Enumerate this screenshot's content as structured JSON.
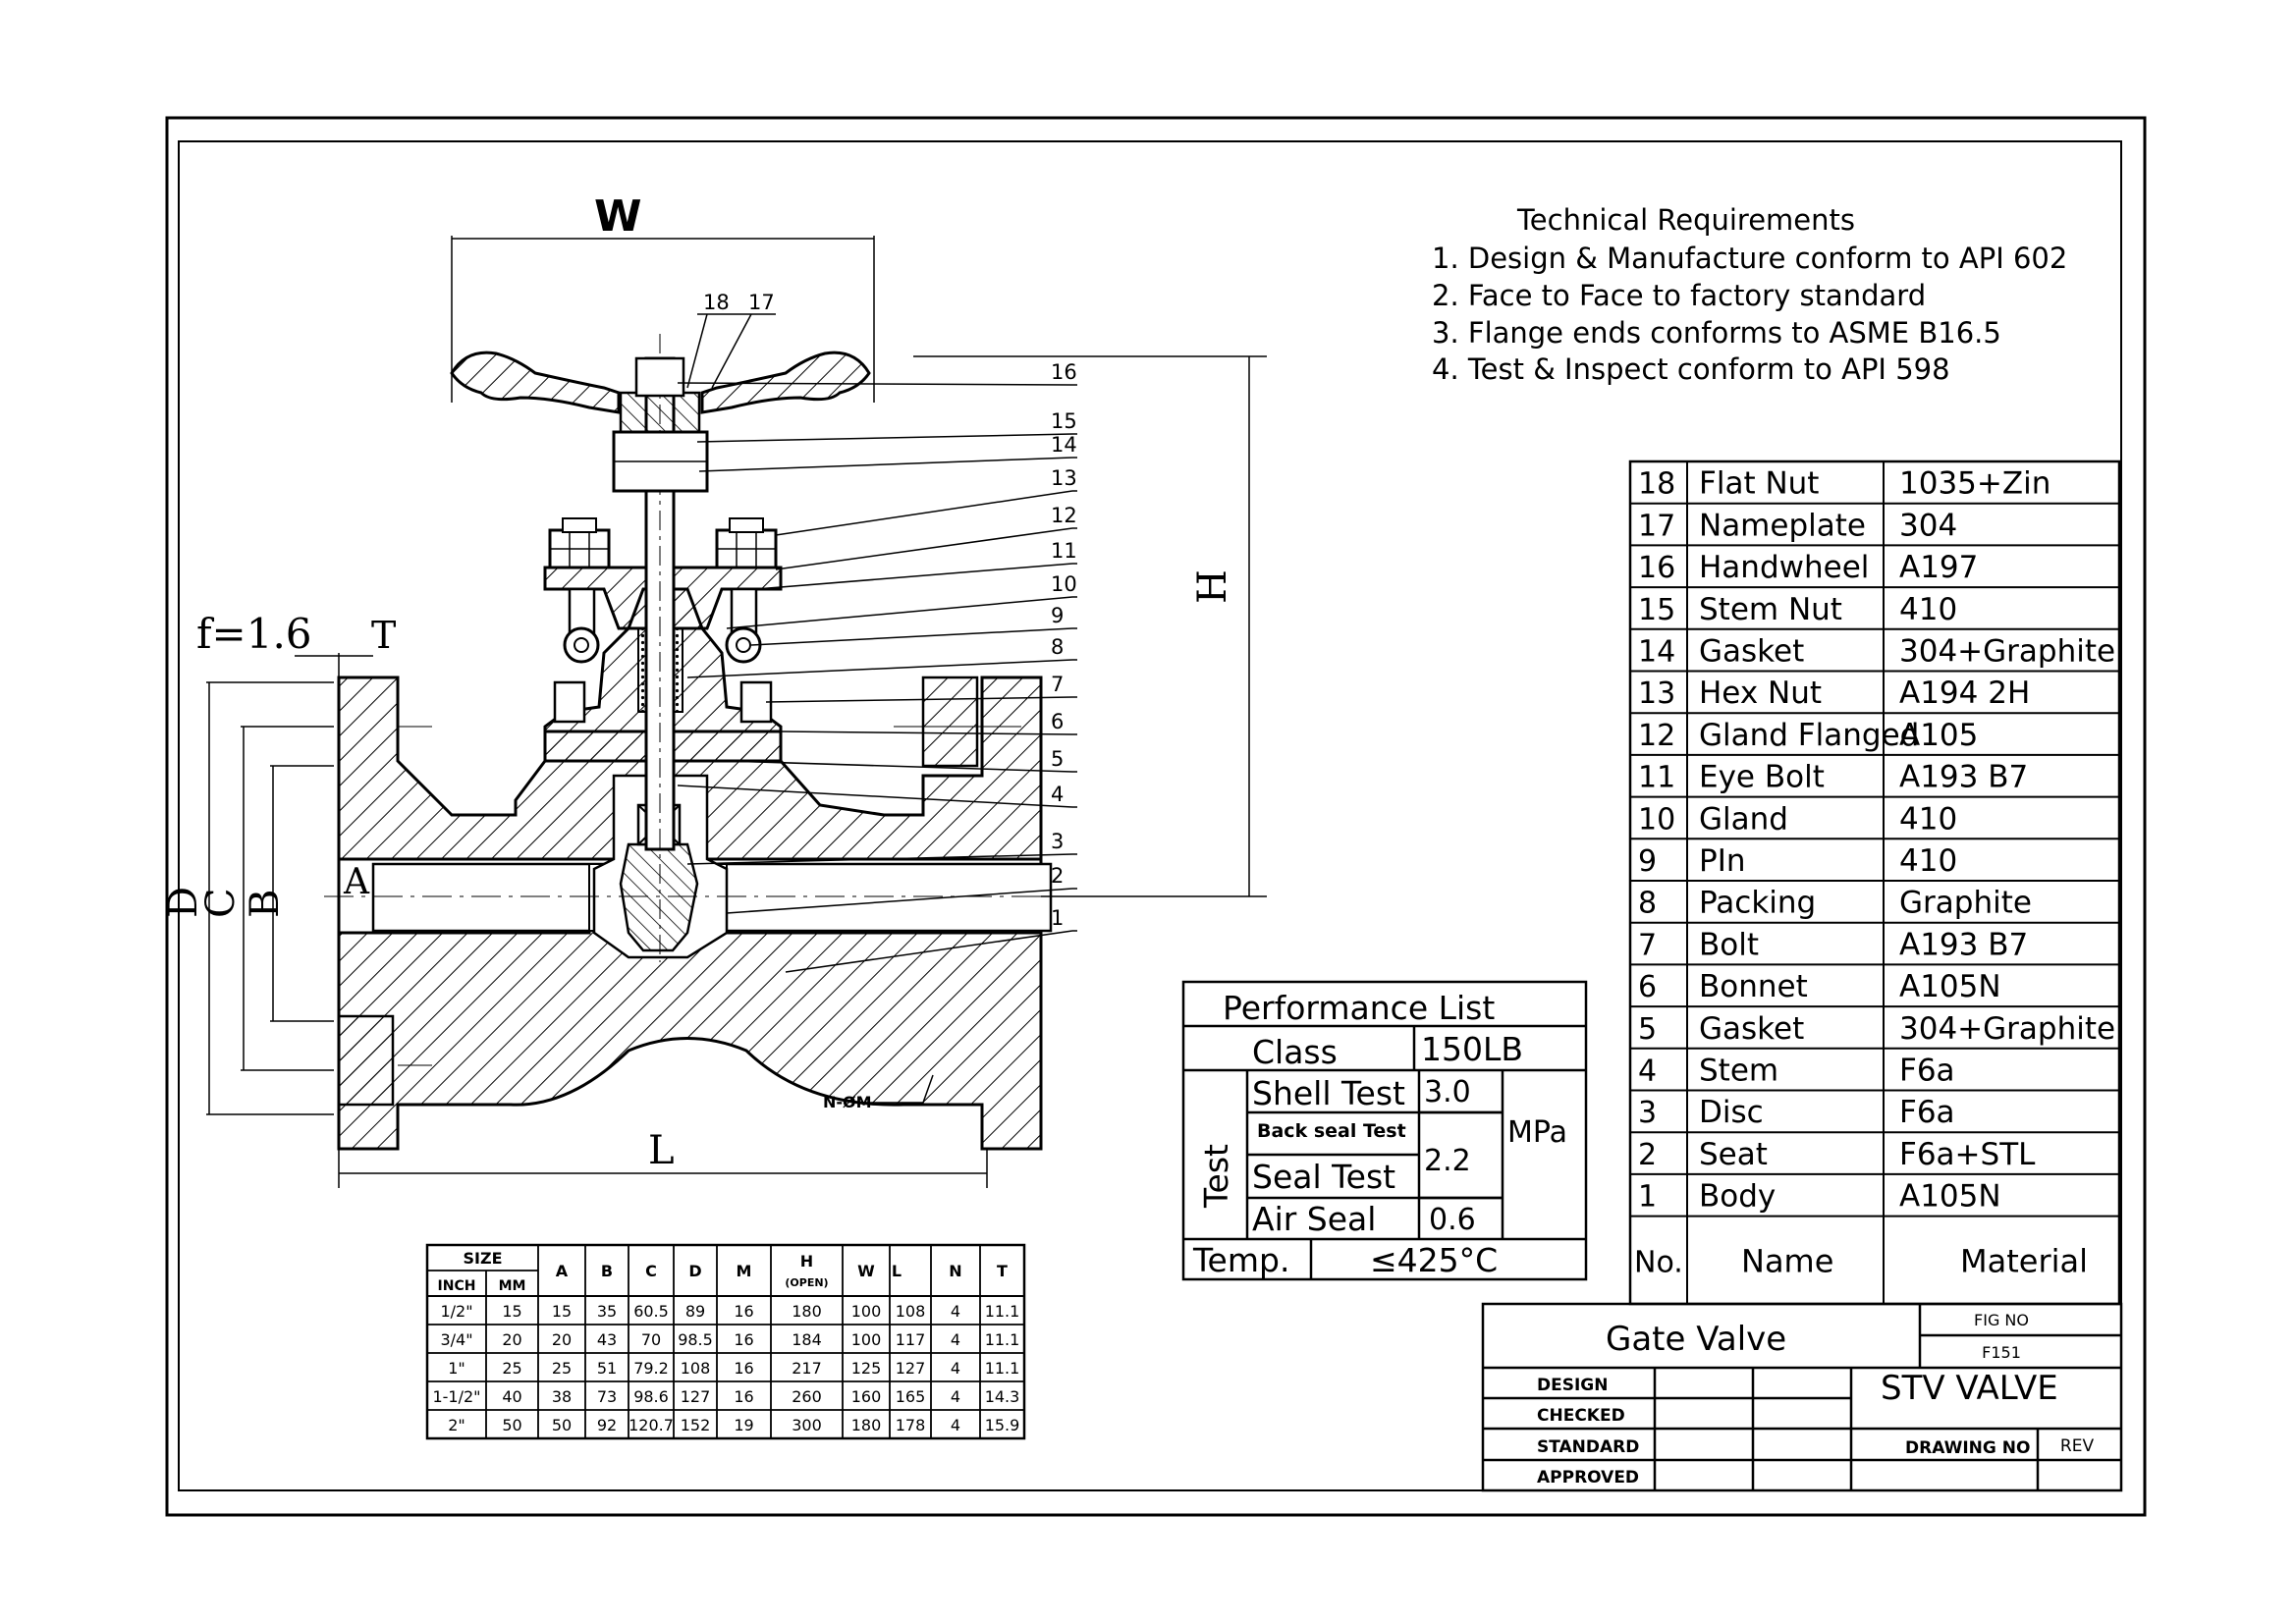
{
  "tech_req": {
    "title": "Technical Requirements",
    "items": [
      "1. Design & Manufacture conform to API 602",
      "2. Face to Face to factory standard",
      "3. Flange ends conforms to ASME B16.5",
      "4. Test & Inspect  conform to API 598"
    ]
  },
  "dims": {
    "W": "W",
    "H": "H",
    "L": "L",
    "D": "D",
    "C": "C",
    "B": "B",
    "A": "A",
    "f": "f=1.6",
    "T": "T",
    "hole": "N-ØM"
  },
  "balloons": [
    "1",
    "2",
    "3",
    "4",
    "5",
    "6",
    "7",
    "8",
    "9",
    "10",
    "11",
    "12",
    "13",
    "14",
    "15",
    "16",
    "17",
    "18"
  ],
  "parts": [
    {
      "no": "18",
      "name": "Flat Nut",
      "material": "1035+Zin"
    },
    {
      "no": "17",
      "name": "Nameplate",
      "material": "304"
    },
    {
      "no": "16",
      "name": "Handwheel",
      "material": "A197"
    },
    {
      "no": "15",
      "name": "Stem Nut",
      "material": "410"
    },
    {
      "no": "14",
      "name": "Gasket",
      "material": "304+Graphite"
    },
    {
      "no": "13",
      "name": "Hex Nut",
      "material": "A194 2H"
    },
    {
      "no": "12",
      "name": "Gland Flanged",
      "material": "A105"
    },
    {
      "no": "11",
      "name": "Eye Bolt",
      "material": "A193 B7"
    },
    {
      "no": "10",
      "name": "Gland",
      "material": "410"
    },
    {
      "no": "9",
      "name": "PIn",
      "material": "410"
    },
    {
      "no": "8",
      "name": "Packing",
      "material": "Graphite"
    },
    {
      "no": "7",
      "name": "Bolt",
      "material": "A193 B7"
    },
    {
      "no": "6",
      "name": "Bonnet",
      "material": "A105N"
    },
    {
      "no": "5",
      "name": "Gasket",
      "material": "304+Graphite"
    },
    {
      "no": "4",
      "name": "Stem",
      "material": "F6a"
    },
    {
      "no": "3",
      "name": "Disc",
      "material": "F6a"
    },
    {
      "no": "2",
      "name": "Seat",
      "material": "F6a+STL"
    },
    {
      "no": "1",
      "name": "Body",
      "material": "A105N"
    }
  ],
  "parts_header": {
    "no": "No.",
    "name": "Name",
    "material": "Material"
  },
  "performance": {
    "title": "Performance List",
    "class_label": "Class",
    "class_value": "150LB",
    "test_label": "Test",
    "shell_test": "Shell Test",
    "shell_value": "3.0",
    "back_seal": "Back seal Test",
    "seal_test": "Seal Test",
    "seal_value": "2.2",
    "unit": "MPa",
    "air_seal": "Air Seal",
    "air_value": "0.6",
    "temp_label": "Temp.",
    "temp_value": "≤425°C"
  },
  "size_table": {
    "size_label": "SIZE",
    "inch_label": "INCH",
    "mm_label": "MM",
    "cols": [
      "A",
      "B",
      "C",
      "D",
      "M"
    ],
    "h_label": "H",
    "h_sub": "(OPEN)",
    "w_label": "W",
    "l_label": "L",
    "n_label": "N",
    "t_label": "T",
    "rows": [
      [
        "1/2\"",
        "15",
        "15",
        "35",
        "60.5",
        "89",
        "16",
        "180",
        "100",
        "108",
        "4",
        "11.1"
      ],
      [
        "3/4\"",
        "20",
        "20",
        "43",
        "70",
        "98.5",
        "16",
        "184",
        "100",
        "117",
        "4",
        "11.1"
      ],
      [
        "1\"",
        "25",
        "25",
        "51",
        "79.2",
        "108",
        "16",
        "217",
        "125",
        "127",
        "4",
        "11.1"
      ],
      [
        "1-1/2\"",
        "40",
        "38",
        "73",
        "98.6",
        "127",
        "16",
        "260",
        "160",
        "165",
        "4",
        "14.3"
      ],
      [
        "2\"",
        "50",
        "50",
        "92",
        "120.7",
        "152",
        "19",
        "300",
        "180",
        "178",
        "4",
        "15.9"
      ]
    ]
  },
  "title_block": {
    "name": "Gate Valve",
    "fig_label": "FIG NO",
    "fig_value": "F151",
    "company": "STV VALVE",
    "design": "DESIGN",
    "checked": "CHECKED",
    "standard": "STANDARD",
    "approved": "APPROVED",
    "drawing_no": "DRAWING NO",
    "rev": "REV"
  }
}
